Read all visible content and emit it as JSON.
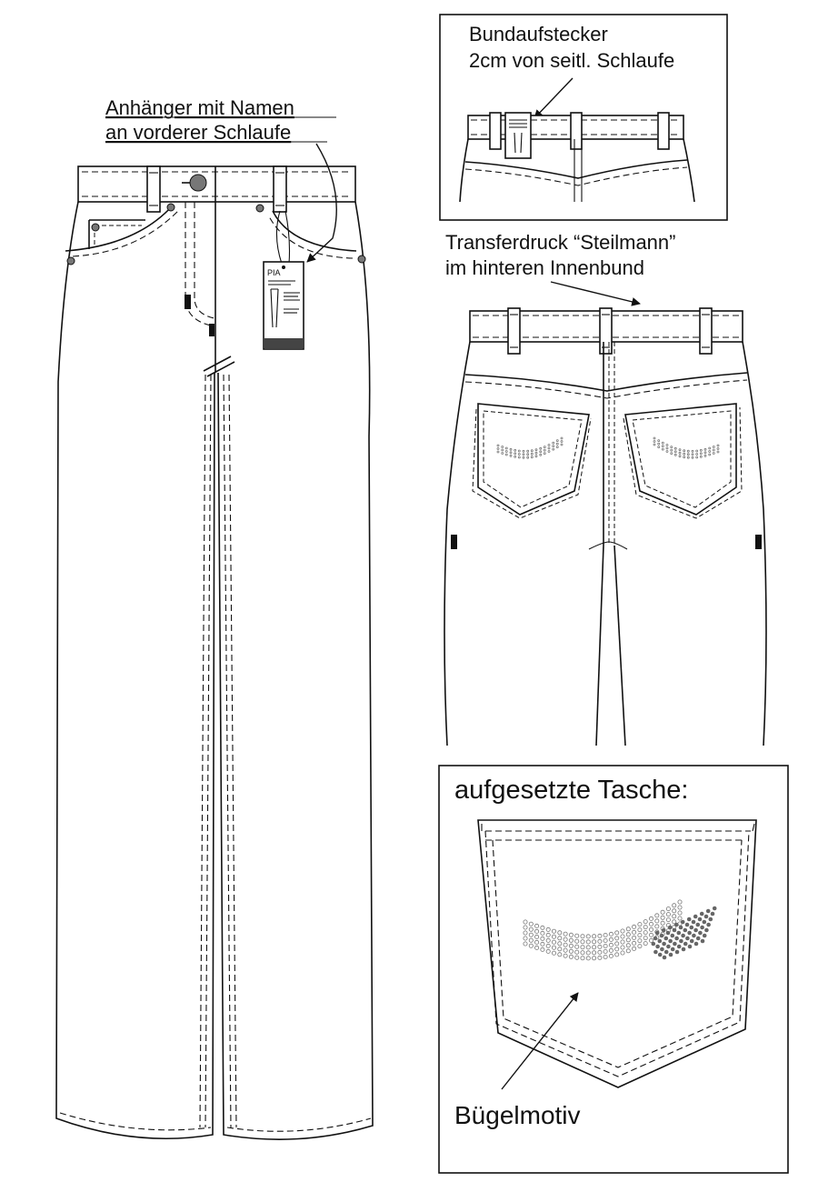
{
  "labels": {
    "front_hangtag": [
      "Anhänger mit Namen",
      "an vorderer Schlaufe"
    ],
    "waistband_tag": [
      "Bundaufstecker",
      "2cm von seitl. Schlaufe"
    ],
    "transfer_print": [
      "Transferdruck “Steilmann”",
      "im hinteren Innenbund"
    ],
    "pocket_title": "aufgesetzte Tasche:",
    "motif": "Bügelmotiv"
  },
  "hangtag": {
    "name": "PIA"
  },
  "colors": {
    "line": "#111111",
    "background": "#ffffff",
    "dot_outline": "#777777",
    "dot_fill": "#666666"
  }
}
